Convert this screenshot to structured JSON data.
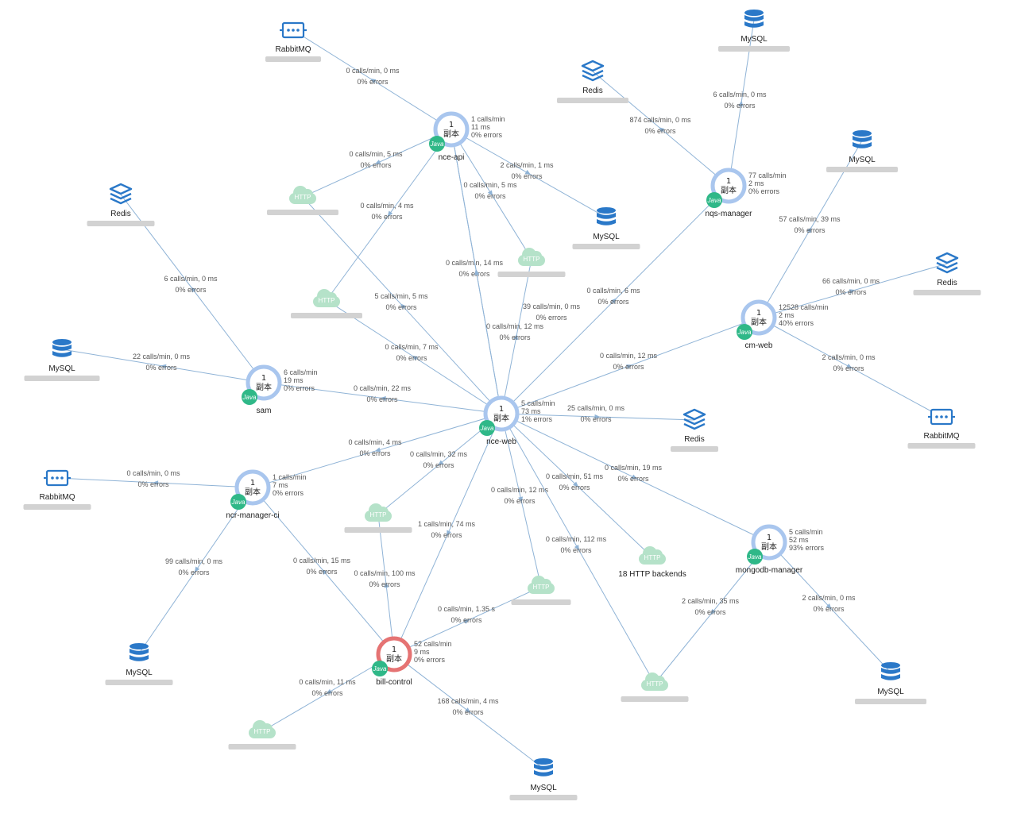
{
  "colors": {
    "edge": "#8fb3d6",
    "service_ring": "#a9c6ee",
    "service_ring_alert": "#e57373",
    "java_badge": "#2fb888",
    "resource_icon": "#2a78c8",
    "http_cloud": "#b5e2c9",
    "blurred_label": "#d2d2d2"
  },
  "services": {
    "nce_api": {
      "name": "nce-api",
      "count": "1",
      "replica": "副本",
      "badge": "Java",
      "stats": [
        "1 calls/min",
        "11 ms",
        "0% errors"
      ]
    },
    "nqs_manager": {
      "name": "nqs-manager",
      "count": "1",
      "replica": "副本",
      "badge": "Java",
      "stats": [
        "77 calls/min",
        "2 ms",
        "0% errors"
      ]
    },
    "cm_web": {
      "name": "cm-web",
      "count": "1",
      "replica": "副本",
      "badge": "Java",
      "stats": [
        "12528 calls/min",
        "2 ms",
        "40% errors"
      ]
    },
    "sam": {
      "name": "sam",
      "count": "1",
      "replica": "副本",
      "badge": "Java",
      "stats": [
        "6 calls/min",
        "19 ms",
        "0% errors"
      ]
    },
    "nce_web": {
      "name": "nce-web",
      "count": "1",
      "replica": "副本",
      "badge": "Java",
      "stats": [
        "5 calls/min",
        "73 ms",
        "1% errors"
      ]
    },
    "ncr_manager_ci": {
      "name": "ncr-manager-ci",
      "count": "1",
      "replica": "副本",
      "badge": "Java",
      "stats": [
        "1 calls/min",
        "7 ms",
        "0% errors"
      ]
    },
    "mongodb_manager": {
      "name": "mongodb-manager",
      "count": "1",
      "replica": "副本",
      "badge": "Java",
      "stats": [
        "5 calls/min",
        "52 ms",
        "93% errors"
      ]
    },
    "bill_control": {
      "name": "bill-control",
      "count": "1",
      "replica": "副本",
      "badge": "Java",
      "stats": [
        "52 calls/min",
        "9 ms",
        "0% errors"
      ]
    }
  },
  "resources": {
    "rabbitmq_top": {
      "type": "rabbitmq-icon",
      "name": "RabbitMQ"
    },
    "mysql_top": {
      "type": "mysql-icon",
      "name": "MySQL"
    },
    "redis_nqs": {
      "type": "redis-icon",
      "name": "Redis"
    },
    "mysql_cm": {
      "type": "mysql-icon",
      "name": "MySQL"
    },
    "redis_left": {
      "type": "redis-icon",
      "name": "Redis"
    },
    "mysql_api": {
      "type": "mysql-icon",
      "name": "MySQL"
    },
    "redis_cm": {
      "type": "redis-icon",
      "name": "Redis"
    },
    "mysql_sam": {
      "type": "mysql-icon",
      "name": "MySQL"
    },
    "redis_web": {
      "type": "redis-icon",
      "name": "Redis"
    },
    "rabbitmq_cm": {
      "type": "rabbitmq-icon",
      "name": "RabbitMQ"
    },
    "rabbitmq_ncr": {
      "type": "rabbitmq-icon",
      "name": "RabbitMQ"
    },
    "mysql_ncr": {
      "type": "mysql-icon",
      "name": "MySQL"
    },
    "mysql_mongo": {
      "type": "mysql-icon",
      "name": "MySQL"
    },
    "mysql_bill": {
      "type": "mysql-icon",
      "name": "MySQL"
    }
  },
  "http_nodes": {
    "http1": {
      "icon_label": "HTTP"
    },
    "http2": {
      "icon_label": "HTTP"
    },
    "http3": {
      "icon_label": "HTTP"
    },
    "http4": {
      "icon_label": "HTTP"
    },
    "http5": {
      "icon_label": "HTTP",
      "name": "18 HTTP backends"
    },
    "http6": {
      "icon_label": "HTTP"
    },
    "http7": {
      "icon_label": "HTTP"
    },
    "http8": {
      "icon_label": "HTTP"
    }
  },
  "edges": [
    {
      "id": "e1",
      "from": "nce_api",
      "to": "rabbitmq_top",
      "calls": "0 calls/min, 0 ms",
      "errors": "0% errors"
    },
    {
      "id": "e2",
      "from": "nqs_manager",
      "to": "mysql_top",
      "calls": "6 calls/min, 0 ms",
      "errors": "0% errors"
    },
    {
      "id": "e3",
      "from": "nqs_manager",
      "to": "redis_nqs",
      "calls": "874 calls/min, 0 ms",
      "errors": "0% errors"
    },
    {
      "id": "e4",
      "from": "nce_api",
      "to": "http1",
      "calls": "0 calls/min, 5 ms",
      "errors": "0% errors"
    },
    {
      "id": "e5",
      "from": "nce_api",
      "to": "mysql_api",
      "calls": "2 calls/min, 1 ms",
      "errors": "0% errors"
    },
    {
      "id": "e6",
      "from": "nce_api",
      "to": "http3",
      "calls": "0 calls/min, 5 ms",
      "errors": "0% errors"
    },
    {
      "id": "e7",
      "from": "nce_api",
      "to": "http2",
      "calls": "0 calls/min, 4 ms",
      "errors": "0% errors"
    },
    {
      "id": "e8",
      "from": "cm_web",
      "to": "mysql_cm",
      "calls": "57 calls/min, 39 ms",
      "errors": "0% errors"
    },
    {
      "id": "e9",
      "from": "cm_web",
      "to": "redis_cm",
      "calls": "66 calls/min, 0 ms",
      "errors": "0% errors"
    },
    {
      "id": "e10",
      "from": "sam",
      "to": "redis_left",
      "calls": "6 calls/min, 0 ms",
      "errors": "0% errors"
    },
    {
      "id": "e11",
      "from": "nce_web",
      "to": "nce_api",
      "calls": "0 calls/min, 14 ms",
      "errors": "0% errors"
    },
    {
      "id": "e12",
      "from": "nce_web",
      "to": "http1",
      "calls": "5 calls/min, 5 ms",
      "errors": "0% errors"
    },
    {
      "id": "e13",
      "from": "nce_web",
      "to": "nqs_manager",
      "calls": "0 calls/min, 6 ms",
      "errors": "0% errors"
    },
    {
      "id": "e14",
      "from": "nce_web",
      "to": "http3",
      "calls": "39 calls/min, 0 ms",
      "errors": "0% errors"
    },
    {
      "id": "e15",
      "from": "nce_web",
      "to": "nce_api",
      "calls": "0 calls/min, 12 ms",
      "errors": "0% errors"
    },
    {
      "id": "e16",
      "from": "nce_web",
      "to": "http2",
      "calls": "0 calls/min, 7 ms",
      "errors": "0% errors"
    },
    {
      "id": "e17",
      "from": "sam",
      "to": "mysql_sam",
      "calls": "22 calls/min, 0 ms",
      "errors": "0% errors"
    },
    {
      "id": "e18",
      "from": "nce_web",
      "to": "cm_web",
      "calls": "0 calls/min, 12 ms",
      "errors": "0% errors"
    },
    {
      "id": "e19",
      "from": "cm_web",
      "to": "rabbitmq_cm",
      "calls": "2 calls/min, 0 ms",
      "errors": "0% errors"
    },
    {
      "id": "e20",
      "from": "nce_web",
      "to": "sam",
      "calls": "0 calls/min, 22 ms",
      "errors": "0% errors"
    },
    {
      "id": "e21",
      "from": "nce_web",
      "to": "redis_web",
      "calls": "25 calls/min, 0 ms",
      "errors": "0% errors"
    },
    {
      "id": "e22",
      "from": "nce_web",
      "to": "ncr_manager_ci",
      "calls": "0 calls/min, 4 ms",
      "errors": "0% errors"
    },
    {
      "id": "e23",
      "from": "nce_web",
      "to": "http4",
      "calls": "0 calls/min, 32 ms",
      "errors": "0% errors"
    },
    {
      "id": "e24",
      "from": "ncr_manager_ci",
      "to": "rabbitmq_ncr",
      "calls": "0 calls/min, 0 ms",
      "errors": "0% errors"
    },
    {
      "id": "e25",
      "from": "nce_web",
      "to": "mongodb_manager",
      "calls": "0 calls/min, 19 ms",
      "errors": "0% errors"
    },
    {
      "id": "e26",
      "from": "nce_web",
      "to": "http5",
      "calls": "0 calls/min, 51 ms",
      "errors": "0% errors"
    },
    {
      "id": "e27",
      "from": "nce_web",
      "to": "http6",
      "calls": "0 calls/min, 12 ms",
      "errors": "0% errors"
    },
    {
      "id": "e28",
      "from": "nce_web",
      "to": "bill_control",
      "calls": "1 calls/min, 74 ms",
      "errors": "0% errors"
    },
    {
      "id": "e29",
      "from": "nce_web",
      "to": "http7",
      "calls": "0 calls/min, 112 ms",
      "errors": "0% errors"
    },
    {
      "id": "e30",
      "from": "ncr_manager_ci",
      "to": "mysql_ncr",
      "calls": "99 calls/min, 0 ms",
      "errors": "0% errors"
    },
    {
      "id": "e31",
      "from": "bill_control",
      "to": "ncr_manager_ci",
      "calls": "0 calls/min, 15 ms",
      "errors": "0% errors"
    },
    {
      "id": "e32",
      "from": "bill_control",
      "to": "http4",
      "calls": "0 calls/min, 100 ms",
      "errors": "0% errors"
    },
    {
      "id": "e33",
      "from": "bill_control",
      "to": "http6",
      "calls": "0 calls/min, 1.35 s",
      "errors": "0% errors"
    },
    {
      "id": "e34",
      "from": "mongodb_manager",
      "to": "http7",
      "calls": "2 calls/min, 35 ms",
      "errors": "0% errors"
    },
    {
      "id": "e35",
      "from": "mongodb_manager",
      "to": "mysql_mongo",
      "calls": "2 calls/min, 0 ms",
      "errors": "0% errors"
    },
    {
      "id": "e36",
      "from": "bill_control",
      "to": "http8",
      "calls": "0 calls/min, 11 ms",
      "errors": "0% errors"
    },
    {
      "id": "e37",
      "from": "bill_control",
      "to": "mysql_bill",
      "calls": "168 calls/min, 4 ms",
      "errors": "0% errors"
    }
  ]
}
